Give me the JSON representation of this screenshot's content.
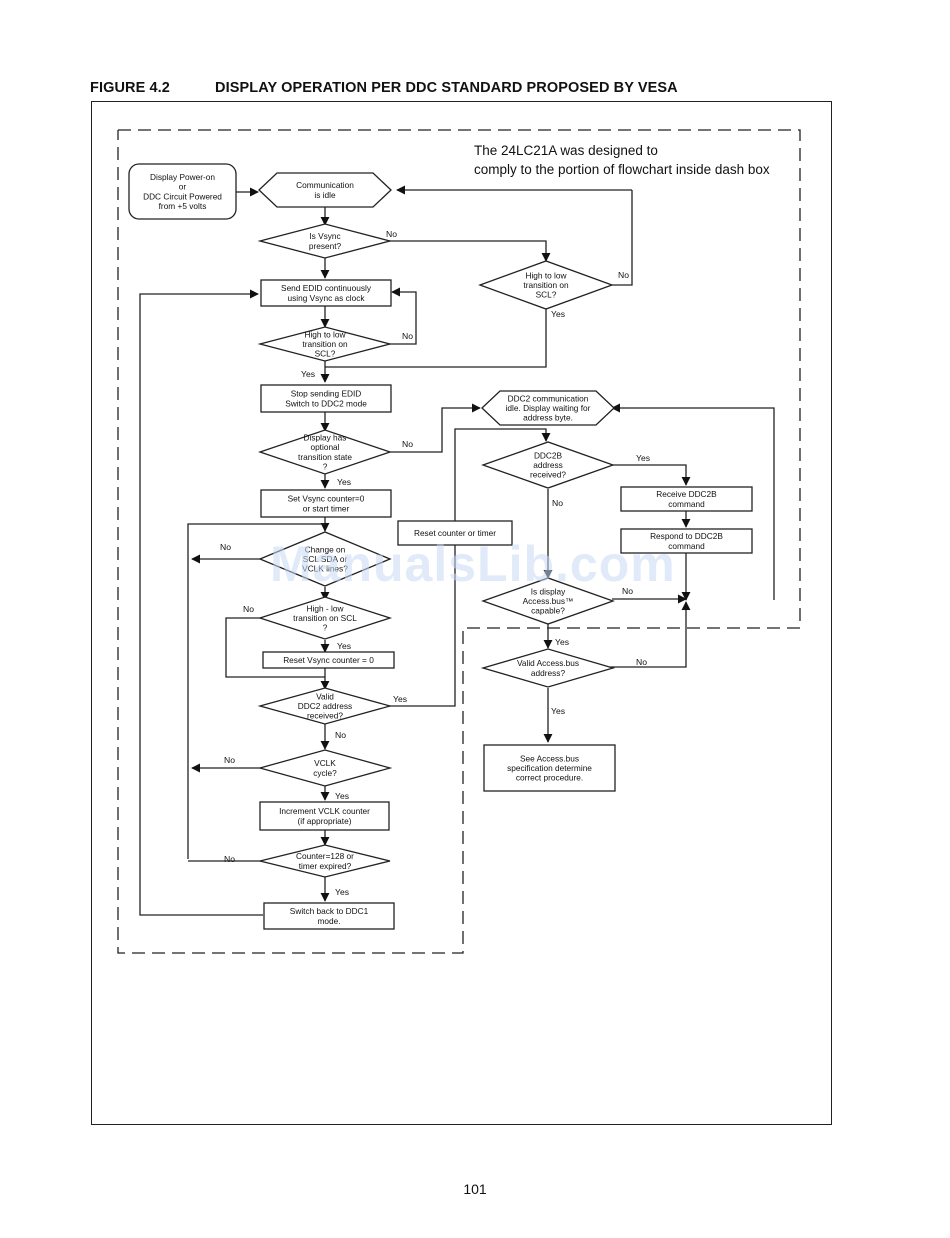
{
  "figure": {
    "number": "FIGURE 4.2",
    "title": "DISPLAY OPERATION PER DDC STANDARD PROPOSED BY VESA"
  },
  "note": [
    "The 24LC21A was designed to",
    "comply to the portion of flowchart inside dash box"
  ],
  "watermark": "ManualsLib.com",
  "page_number": "101",
  "nodes": {
    "power_on": [
      "Display Power-on",
      "or",
      "DDC Circuit Powered",
      "from +5 volts"
    ],
    "comm_idle": [
      "Communication",
      "is idle"
    ],
    "vsync_present": [
      "Is Vsync",
      "present?"
    ],
    "high_low_right": [
      "High to low",
      "transition on",
      "SCL?"
    ],
    "send_edid": [
      "Send EDID continuously",
      "using Vsync as clock"
    ],
    "high_low_left": [
      "High to low",
      "transition on",
      "SCL?"
    ],
    "stop_edid": [
      "Stop sending EDID",
      "Switch to DDC2 mode"
    ],
    "optional_transition": [
      "Display has",
      "optional",
      "transition state",
      "?"
    ],
    "set_vsync_counter": [
      "Set Vsync counter=0",
      "or start timer"
    ],
    "change_on_scl": [
      "Change on",
      "SCL SDA or",
      "VCLK lines?"
    ],
    "reset_counter_timer": [
      "Reset counter or timer"
    ],
    "high_low_scl": [
      "High - low",
      "transition on SCL",
      "?"
    ],
    "reset_vsync": [
      "Reset Vsync counter = 0"
    ],
    "valid_ddc2": [
      "Valid",
      "DDC2 address",
      "received?"
    ],
    "vclk_cycle": [
      "VCLK",
      "cycle?"
    ],
    "increment_vclk": [
      "Increment VCLK counter",
      "(if appropriate)"
    ],
    "counter_128": [
      "Counter=128 or",
      "timer expired?"
    ],
    "switch_ddc1": [
      "Switch back to DDC1",
      "mode."
    ],
    "ddc2_idle": [
      "DDC2 communication",
      "idle. Display waiting for",
      "address byte."
    ],
    "ddc2b_received": [
      "DDC2B",
      "address",
      "received?"
    ],
    "receive_ddc2b": [
      "Receive DDC2B",
      "command"
    ],
    "respond_ddc2b": [
      "Respond to DDC2B",
      "command"
    ],
    "accessbus_capable": [
      "Is display",
      "Access.bus™",
      "capable?"
    ],
    "valid_accessbus": [
      "Valid Access.bus",
      "address?"
    ],
    "see_accessbus": [
      "See Access.bus",
      "specification determine",
      "correct procedure."
    ]
  },
  "labels": {
    "yes": "Yes",
    "no": "No"
  }
}
